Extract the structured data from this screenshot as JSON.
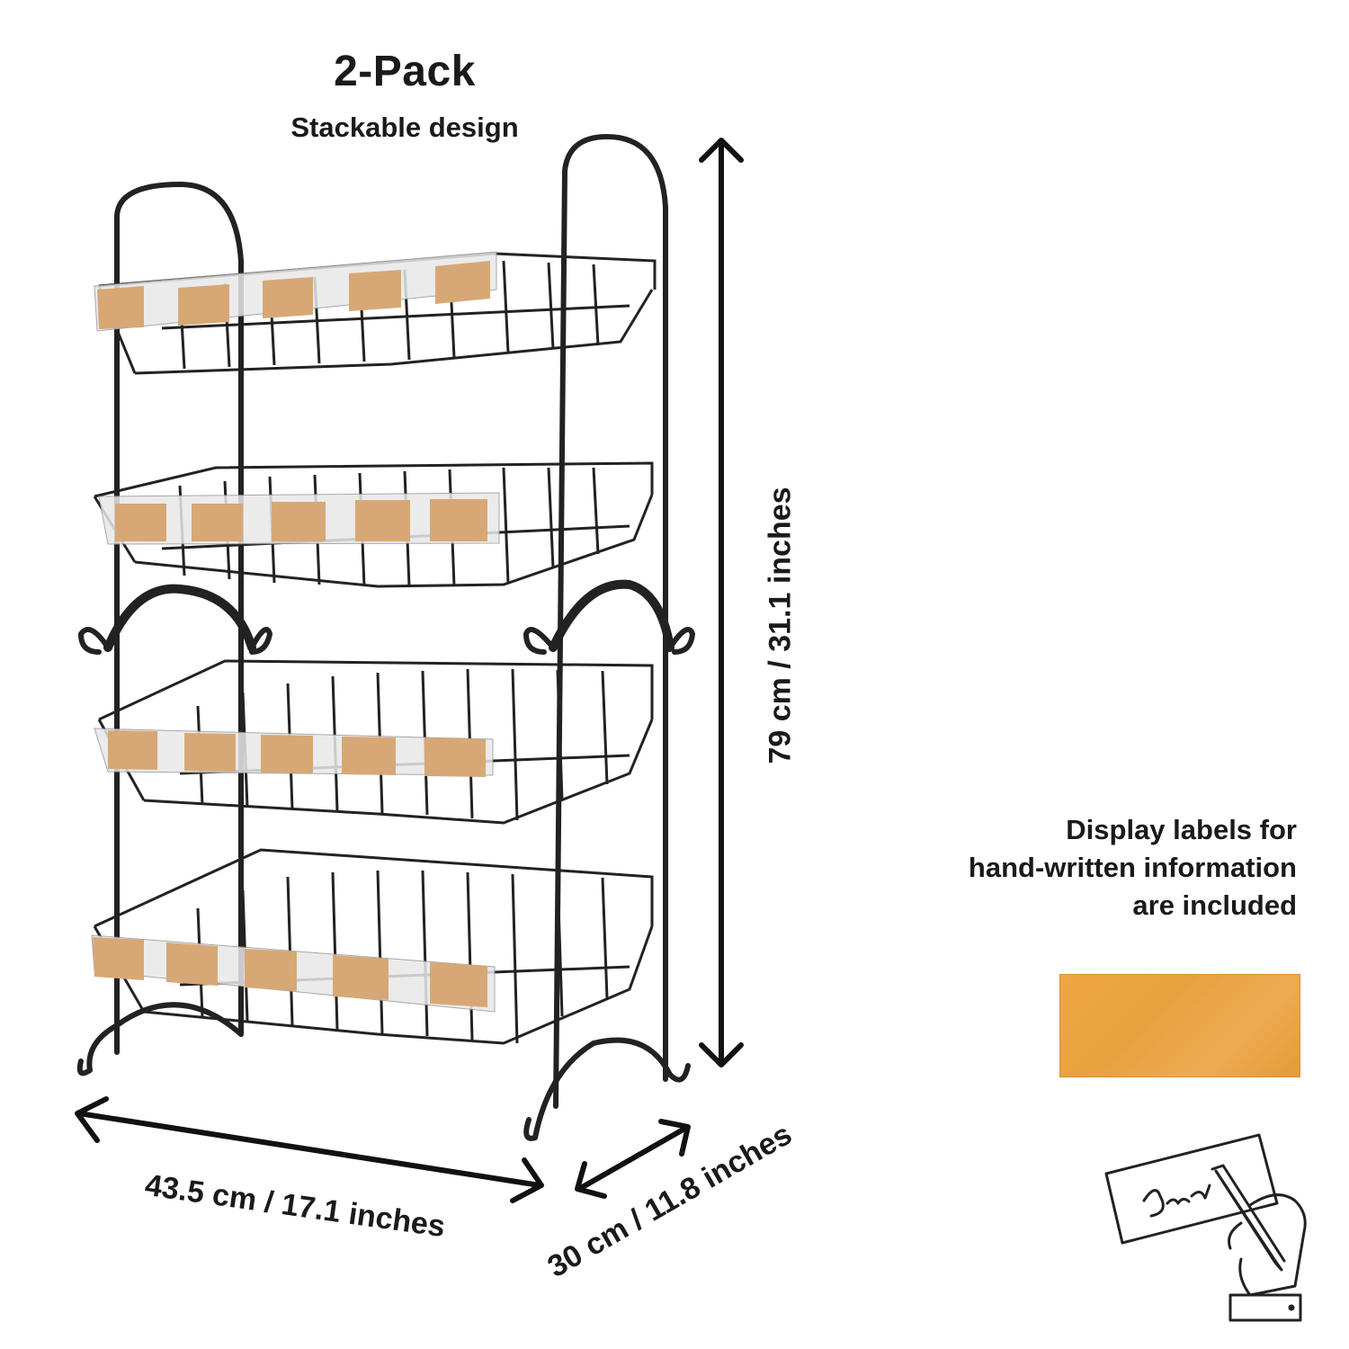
{
  "header": {
    "title": "2-Pack",
    "subtitle": "Stackable design"
  },
  "dimensions": {
    "height": "79 cm / 31.1 inches",
    "width": "43.5 cm / 17.1 inches",
    "depth": "30 cm / 11.8 inches"
  },
  "info": {
    "line1": "Display labels for",
    "line2": "hand-written information",
    "line3": "are included"
  },
  "colors": {
    "frame": "#222222",
    "label": "#d7a876",
    "swatch": "#eba545"
  },
  "icons": {
    "writing": "hand-writing-icon"
  }
}
